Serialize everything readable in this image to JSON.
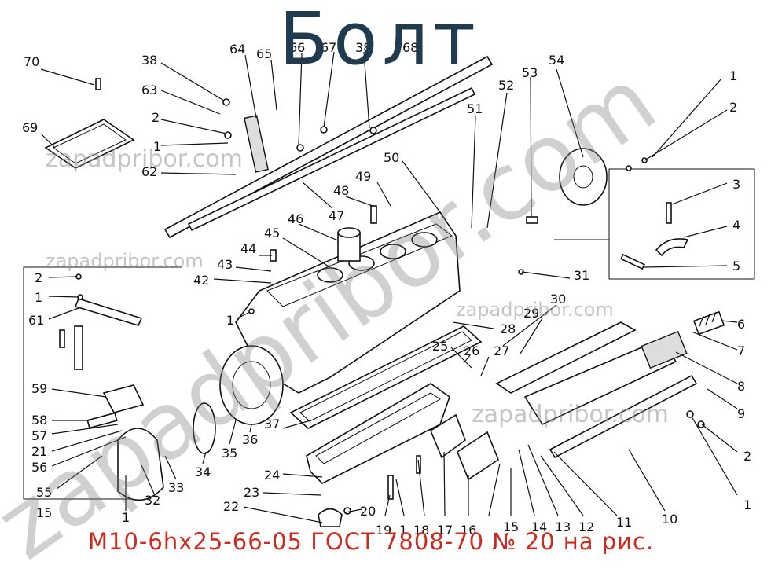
{
  "title": "Болт",
  "caption": "M10-6hx25-66-05 ГОСТ 7808-70 № 20 на рис.",
  "watermark_small": "zapadpribor.com",
  "watermark_big": "zapadpribor.com",
  "callouts": {
    "c70": "70",
    "c38": "38",
    "c63": "63",
    "c2a": "2",
    "c1a": "1",
    "c69": "69",
    "c62": "62",
    "c64": "64",
    "c65": "65",
    "c66": "66",
    "c67": "67",
    "c38b": "38",
    "c68": "68",
    "c53": "53",
    "c54": "54",
    "c52": "52",
    "c51": "51",
    "c50": "50",
    "c49": "49",
    "c48": "48",
    "c47": "47",
    "c46": "46",
    "c45": "45",
    "c44": "44",
    "c43": "43",
    "c42": "42",
    "c2b": "2",
    "c1b": "1",
    "c61": "61",
    "c1c": "1",
    "c59": "59",
    "c58": "58",
    "c57": "57",
    "c21": "21",
    "c56": "56",
    "c55": "55",
    "c15a": "15",
    "c1d": "1",
    "c32": "32",
    "c33": "33",
    "c34": "34",
    "c35": "35",
    "c36": "36",
    "c37": "37",
    "c24": "24",
    "c23": "23",
    "c22": "22",
    "c20": "20",
    "c19": "19",
    "c1e": "1",
    "c18": "18",
    "c17": "17",
    "c16": "16",
    "c15b": "15",
    "c14": "14",
    "c13": "13",
    "c12": "12",
    "c11": "11",
    "c10": "10",
    "c1f": "1",
    "c2c": "2",
    "c9": "9",
    "c8": "8",
    "c7": "7",
    "c6": "6",
    "c31": "31",
    "c30": "30",
    "c29": "29",
    "c28": "28",
    "c27": "27",
    "c26": "26",
    "c25": "25",
    "c1g": "1",
    "c2d": "2",
    "c3": "3",
    "c4": "4",
    "c5": "5"
  }
}
